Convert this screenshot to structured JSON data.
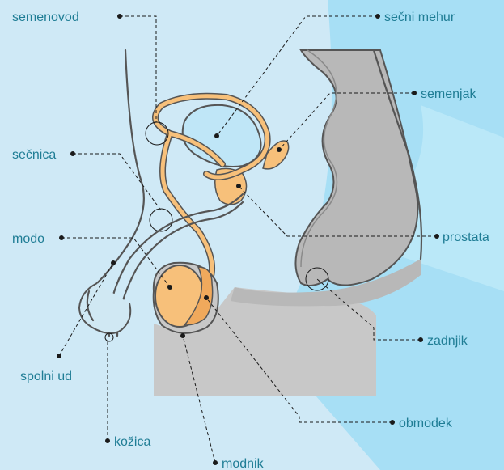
{
  "labels": {
    "semenovod": "semenovod",
    "secni_mehur": "sečni mehur",
    "semenjak": "semenjak",
    "secnica": "sečnica",
    "prostata": "prostata",
    "modo": "modo",
    "zadnjik": "zadnjik",
    "spolni_ud": "spolni ud",
    "obmodek": "obmodek",
    "kozica": "kožica",
    "modnik": "modnik"
  },
  "colors": {
    "background": "#cfe9f6",
    "background_accent": "#a7dff5",
    "label_text": "#1f7d95",
    "tissue_gray": "#b8b8b8",
    "gland_orange": "#f7c07a",
    "bladder_blue": "#bfe6f7",
    "outline": "#555555"
  }
}
